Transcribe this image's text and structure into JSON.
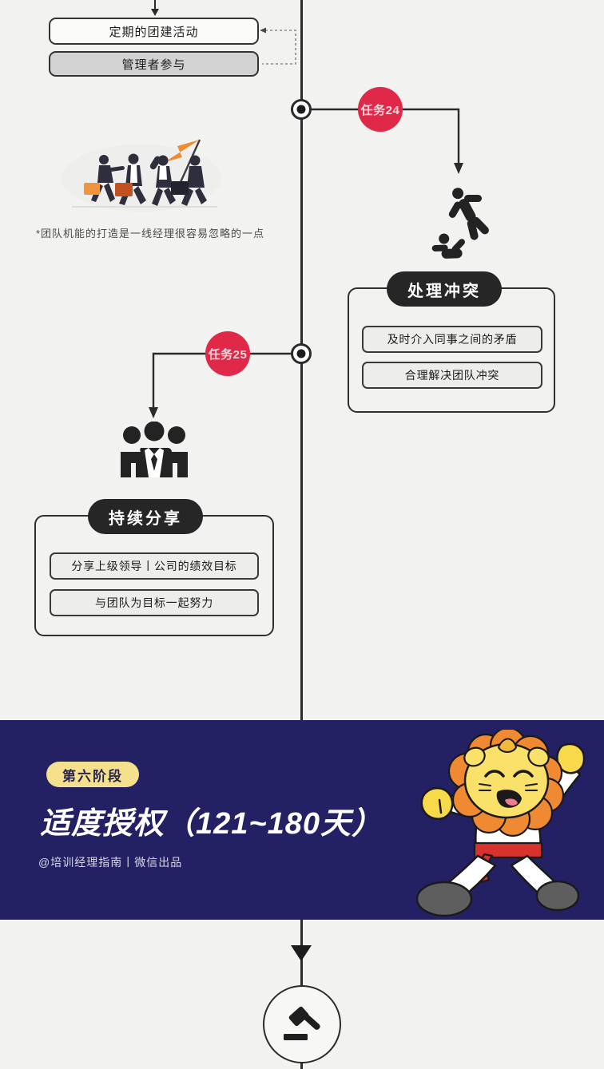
{
  "meta": {
    "background_color": "#f2f2f0",
    "spine_color": "#2b2b2b",
    "badge_color": "#e02848",
    "banner_color": "#232163",
    "pill_color": "#f5e08d",
    "title_chip_color": "#262626"
  },
  "top_boxes": [
    {
      "label": "定期的团建活动",
      "style": "light"
    },
    {
      "label": "管理者参与",
      "style": "shaded"
    }
  ],
  "footnote": "*团队机能的打造是一线经理很容易忽略的一点",
  "tasks": [
    {
      "badge": "任务24",
      "title": "处理冲突",
      "items": [
        "及时介入同事之间的矛盾",
        "合理解决团队冲突"
      ],
      "icon": "conflict-figures-icon"
    },
    {
      "badge": "任务25",
      "title": "持续分享",
      "items": [
        "分享上级领导丨公司的绩效目标",
        "与团队为目标一起努力"
      ],
      "icon": "team-group-icon"
    }
  ],
  "illustration": {
    "name": "business-team-running-with-flag",
    "flag_color": "#f28b30"
  },
  "banner": {
    "stage_pill": "第六阶段",
    "title": "适度授权（121~180天）",
    "subtitle": "@培训经理指南丨微信出品",
    "mascot": "karate-lion-mascot"
  },
  "bottom": {
    "icon": "gavel-icon"
  }
}
